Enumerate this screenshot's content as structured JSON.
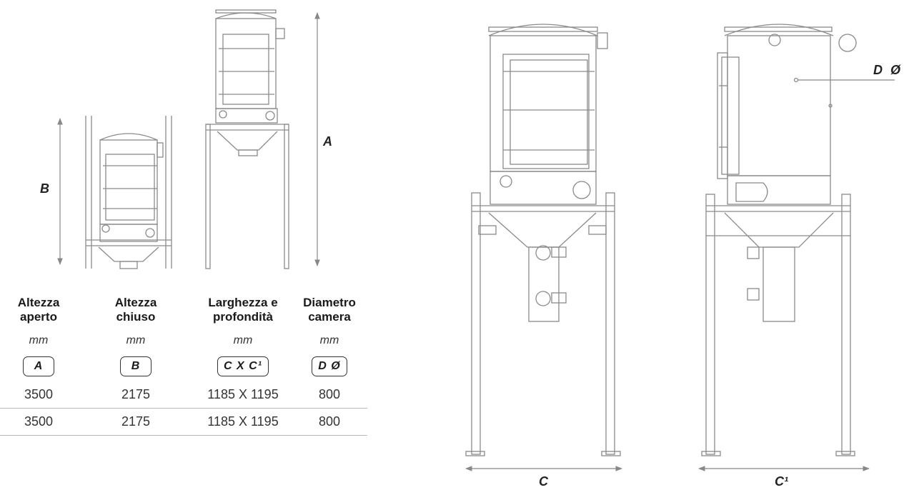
{
  "dimension_labels": {
    "a": "A",
    "b": "B",
    "c": "C",
    "c1": "C¹",
    "d": "D Ø"
  },
  "table": {
    "headers": [
      [
        "Altezza",
        "aperto"
      ],
      [
        "Altezza",
        "chiuso"
      ],
      [
        "Larghezza e",
        "profondità"
      ],
      [
        "Diametro",
        "camera"
      ]
    ],
    "units": [
      "mm",
      "mm",
      "mm",
      "mm"
    ],
    "symbols": [
      "A",
      "B",
      "C X C¹",
      "D Ø"
    ],
    "rows": [
      [
        "3500",
        "2175",
        "1185 X 1195",
        "800"
      ],
      [
        "3500",
        "2175",
        "1185 X 1195",
        "800"
      ]
    ]
  }
}
